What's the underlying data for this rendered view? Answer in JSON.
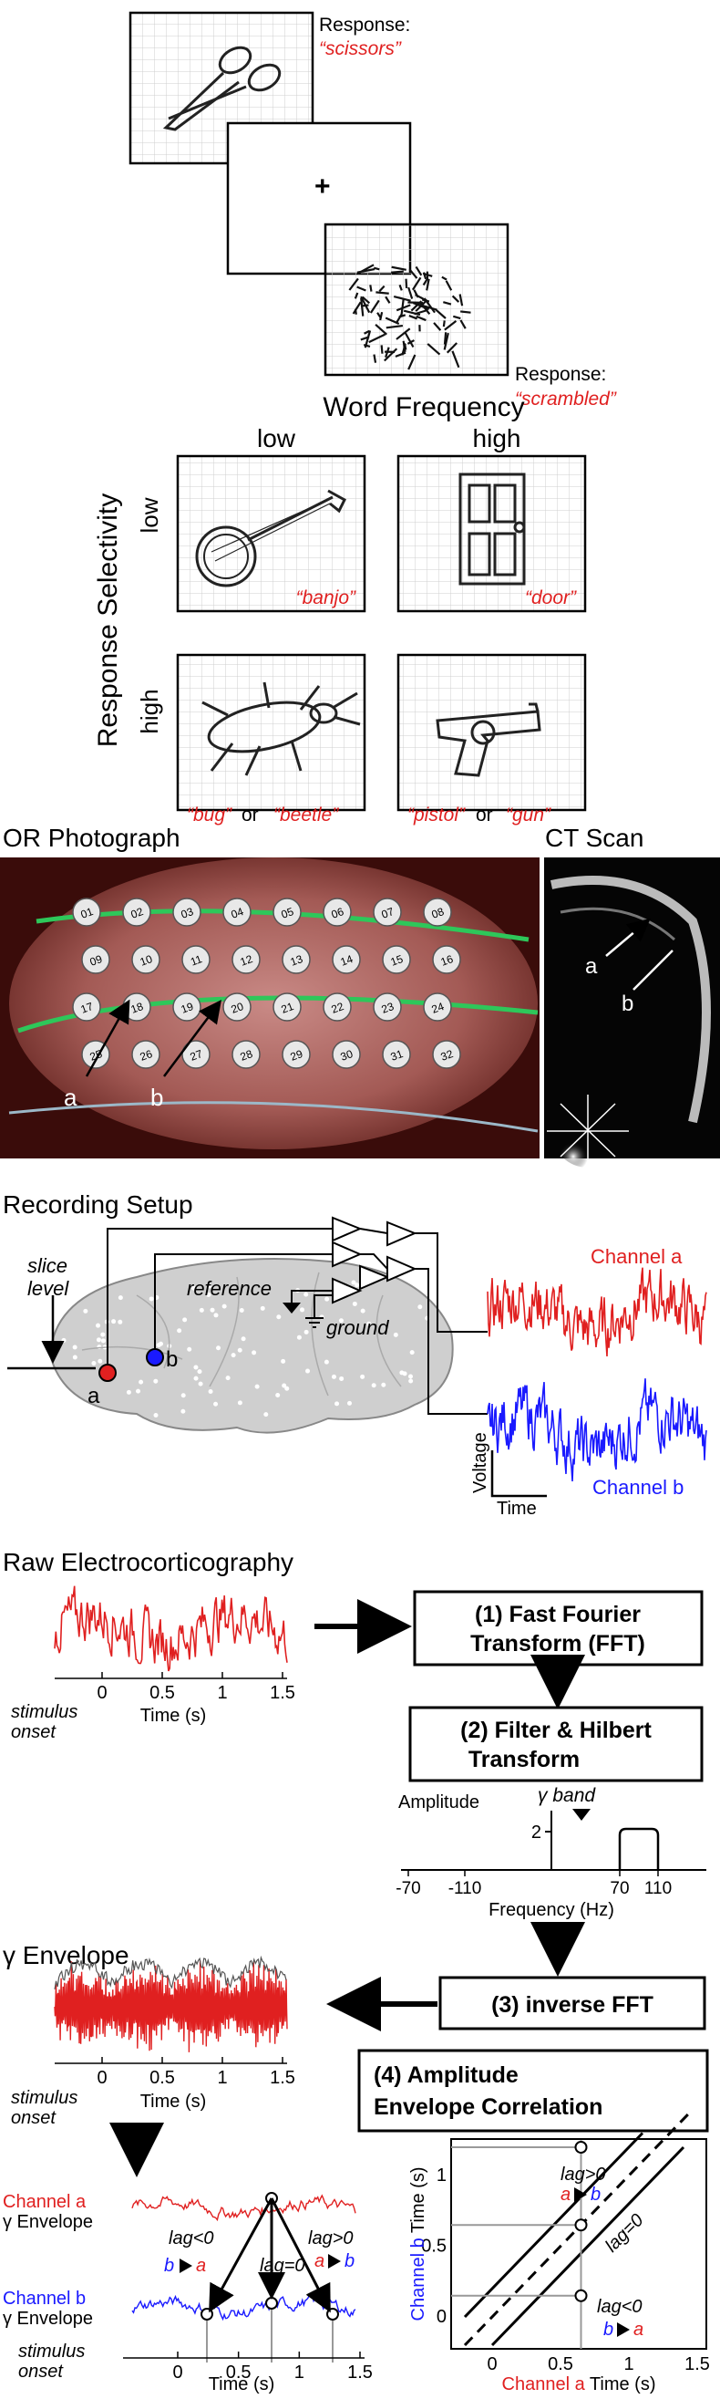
{
  "panel_stimuli": {
    "response_label": "Response:",
    "response_scissors": "“scissors”",
    "response_scrambled": "“scrambled”",
    "fixation": "+"
  },
  "panel_grid": {
    "title": "Word Frequency",
    "col_low": "low",
    "col_high": "high",
    "row_axis": "Response Selectivity",
    "row_low": "low",
    "row_high": "high",
    "banjo": "“banjo”",
    "door": "“door”",
    "bug": "“bug”",
    "or1": "or",
    "beetle": "“beetle”",
    "pistol": "“pistol”",
    "or2": "or",
    "gun": "“gun”"
  },
  "panel_photo": {
    "or_title": "OR Photograph",
    "ct_title": "CT Scan",
    "label_a": "a",
    "label_b": "b",
    "ct_a": "a",
    "ct_b": "b",
    "electrodes": [
      "01",
      "02",
      "03",
      "04",
      "05",
      "06",
      "07",
      "08",
      "09",
      "10",
      "11",
      "12",
      "13",
      "14",
      "15",
      "16",
      "17",
      "18",
      "19",
      "20",
      "21",
      "22",
      "23",
      "24",
      "25",
      "26",
      "27",
      "28",
      "29",
      "30",
      "31",
      "32"
    ]
  },
  "panel_recording": {
    "title": "Recording Setup",
    "slice_level_1": "slice",
    "slice_level_2": "level",
    "reference": "reference",
    "ground": "ground",
    "label_a": "a",
    "label_b": "b",
    "channel_a": "Channel a",
    "channel_b": "Channel b",
    "voltage": "Voltage",
    "time": "Time"
  },
  "panel_ecog": {
    "title": "Raw Electrocorticography",
    "stim_onset_1": "stimulus",
    "stim_onset_2": "onset",
    "x_ticks": [
      "0",
      "0.5",
      "1",
      "1.5"
    ],
    "x_label": "Time (s)",
    "step1_line1": "(1) Fast Fourier",
    "step1_line2": "Transform (FFT)",
    "step2_line1": "(2) Filter & Hilbert",
    "step2_line2": "Transform",
    "amp_label": "Amplitude",
    "amp_tick": "2",
    "gamma_band": "γ band",
    "freq_ticks": [
      "-70",
      "-110",
      "70",
      "110"
    ],
    "freq_label": "Frequency (Hz)"
  },
  "panel_envelope": {
    "title": "γ Envelope",
    "stim_onset_1": "stimulus",
    "stim_onset_2": "onset",
    "x_ticks": [
      "0",
      "0.5",
      "1",
      "1.5"
    ],
    "x_label": "Time (s)",
    "step3": "(3) inverse FFT",
    "step4_line1": "(4) Amplitude",
    "step4_line2": "Envelope Correlation"
  },
  "panel_lag": {
    "channel_a": "Channel a",
    "gamma_env_a": "γ Envelope",
    "channel_b": "Channel b",
    "gamma_env_b": "γ Envelope",
    "lag_neg": "lag<0",
    "lag_zero": "lag=0",
    "lag_pos": "lag>0",
    "b_sym": "b",
    "a_sym": "a",
    "stim_onset_1": "stimulus",
    "stim_onset_2": "onset",
    "x_ticks": [
      "0",
      "0.5",
      "1",
      "1.5"
    ],
    "x_label": "Time (s)",
    "corr_y_label_red": "Channel b",
    "corr_y_label_black": " Time (s)",
    "corr_x_label_red": "Channel a",
    "corr_x_label_black": " Time (s)",
    "corr_y_ticks": [
      "0",
      "0.5",
      "1"
    ],
    "corr_x_ticks": [
      "0",
      "0.5",
      "1",
      "1.5"
    ],
    "corr_lag_pos": "lag>0",
    "corr_lag_zero": "lag=0",
    "corr_lag_neg": "lag<0"
  }
}
